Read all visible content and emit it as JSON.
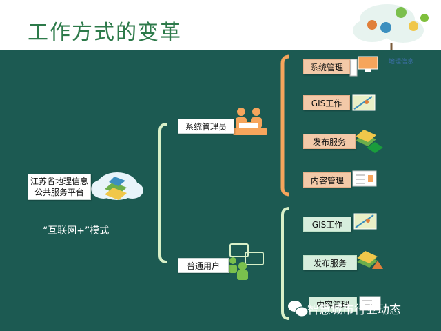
{
  "slide": {
    "title": "工作方式的变革",
    "platform": {
      "line1": "江苏省地理信息",
      "line2": "公共服务平台"
    },
    "mode": "“互联网+”模式",
    "roles": {
      "admin": "系统管理员",
      "user": "普通用户"
    },
    "admin_items": [
      "系统管理",
      "GIS工作",
      "发布服务",
      "内容管理"
    ],
    "user_items": [
      "GIS工作",
      "发布服务",
      "内容管理"
    ],
    "cloud_label": "地理信息",
    "watermark": "智慧城市行业动态"
  },
  "colors": {
    "panel": "#1c5a52",
    "title": "#2d7a4a",
    "admin_bracket": "#f6a55c",
    "user_bracket": "#d8f0c8"
  }
}
